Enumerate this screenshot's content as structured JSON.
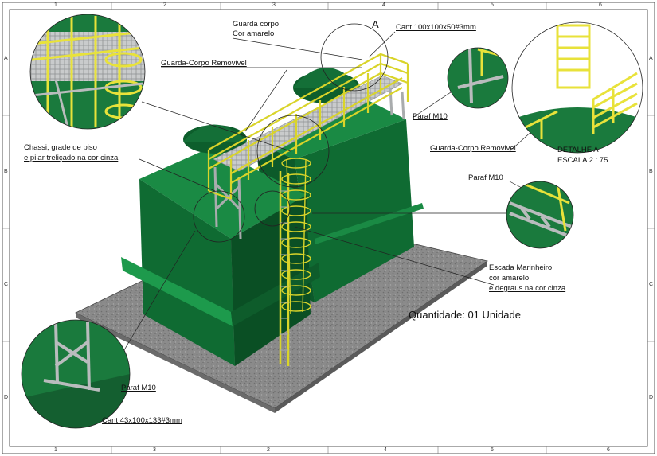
{
  "border": {
    "columns_top": [
      "1",
      "2",
      "3",
      "4",
      "5",
      "6"
    ],
    "columns_bottom": [
      "1",
      "3",
      "2",
      "4",
      "6",
      "6"
    ],
    "rows_left": [
      "A",
      "B",
      "C",
      "D"
    ],
    "rows_right": [
      "A",
      "B",
      "C",
      "D"
    ]
  },
  "labels": {
    "guarda_corpo": "Guarda corpo",
    "cor_amarelo": "Cor amarelo",
    "detail_letter": "A",
    "cant_top": "Cant.100x100x50#3mm",
    "guarda_removivel_top": "Guarda-Corpo Removivel",
    "paraf_top": "Paraf M10",
    "chassi_1": "Chassi, grade de piso",
    "chassi_2": "e pilar treliçado na cor cinza",
    "guarda_removivel_right": "Guarda-Corpo Removivel",
    "detalhe_1": "DETALHE A",
    "detalhe_2": "ESCALA 2 : 75",
    "paraf_right": "Paraf M10",
    "escada_1": "Escada Marinheiro",
    "escada_2": "cor amarelo",
    "escada_3": "e degraus na cor cinza",
    "quantidade": "Quantidade: 01 Unidade",
    "paraf_bottom": "Paraf M10",
    "cant_bottom": "Cant.43x100x133#3mm"
  },
  "colors": {
    "tank_green": "#0f6b32",
    "tank_dark": "#0a4f24",
    "tank_light": "#1a8a44",
    "railing_yellow": "#e8e23a",
    "steel_grey": "#b9bcbd",
    "base_grey": "#8a8a8a"
  }
}
